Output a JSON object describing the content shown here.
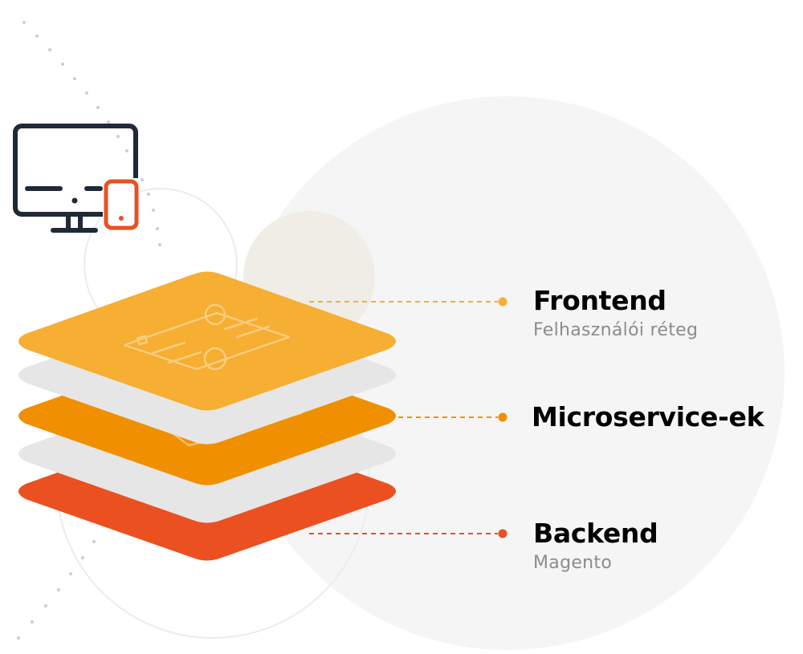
{
  "layers": [
    {
      "title": "Frontend",
      "subtitle": "Felhasználói réteg",
      "color": "#f6ae33"
    },
    {
      "title": "Microservice-ek",
      "subtitle": "",
      "color": "#f09000"
    },
    {
      "title": "Backend",
      "subtitle": "Magento",
      "color": "#ea5020"
    }
  ],
  "icons": {
    "device": "desktop-and-mobile-icon",
    "frontend": "invoice-document-icon",
    "microservice": "connected-modules-icon",
    "backend": "code-window-icon"
  },
  "colors": {
    "dark": "#1f2937",
    "accent": "#ea5020",
    "shadow_layer": "#e6e6e6",
    "background_circle": "#f5f5f5",
    "subtitle_text": "#8c8c8c"
  }
}
